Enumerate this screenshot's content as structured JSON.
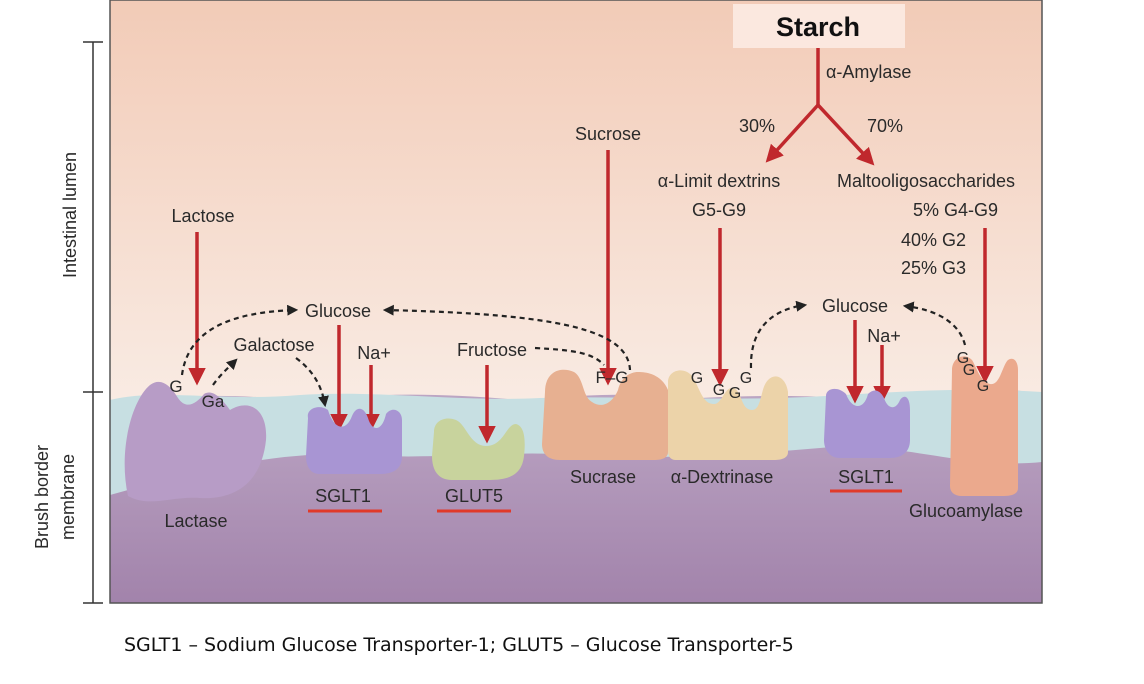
{
  "title": "Starch",
  "side_labels": {
    "lumen": "Intestinal lumen",
    "membrane_line1": "Brush border",
    "membrane_line2": "membrane"
  },
  "substrates": {
    "amylase": "α-Amylase",
    "pct_30": "30%",
    "pct_70": "70%",
    "limit_dextrins": "α-Limit dextrins",
    "g5g9": "G5-G9",
    "maltooligo": "Maltooligosaccharides",
    "maltooligo_lines": [
      "5% G4-G9",
      "40% G2",
      "25% G3"
    ],
    "sucrose": "Sucrose",
    "lactose": "Lactose"
  },
  "products": {
    "glucose_left": "Glucose",
    "glucose_right": "Glucose",
    "galactose": "Galactose",
    "fructose": "Fructose",
    "na_left": "Na+",
    "na_right": "Na+"
  },
  "bound_sugars": {
    "lactase_g": "G",
    "lactase_ga": "Ga",
    "sucrase_fg": "F–G",
    "dextrinase_g1": "G",
    "dextrinase_g2": "G",
    "dextrinase_g3": "G",
    "dextrinase_g4": "G",
    "glucoamylase_g": "G"
  },
  "enzymes": {
    "lactase": "Lactase",
    "sglt1_left": "SGLT1",
    "glut5": "GLUT5",
    "sucrase": "Sucrase",
    "dextrinase": "α-Dextrinase",
    "sglt1_right": "SGLT1",
    "glucoamylase": "Glucoamylase"
  },
  "caption": "SGLT1 – Sodium Glucose Transporter-1; GLUT5 – Glucose Transporter-5",
  "colors": {
    "lumen_top": "#f2cbb7",
    "lumen_bottom": "#f9e9de",
    "membrane_band": "#c7dfe2",
    "cytosol_top": "#e6def0",
    "cytosol_bottom": "#a587ad",
    "arrow_red": "#c0282d",
    "underline_red": "#e03a2a",
    "lactase": "#b79cc6",
    "sglt1": "#a895d3",
    "glut5": "#c8d39d",
    "sucrase": "#e7b091",
    "dextrinase": "#ecd3a9",
    "glucoamylase": "#eba98d"
  }
}
